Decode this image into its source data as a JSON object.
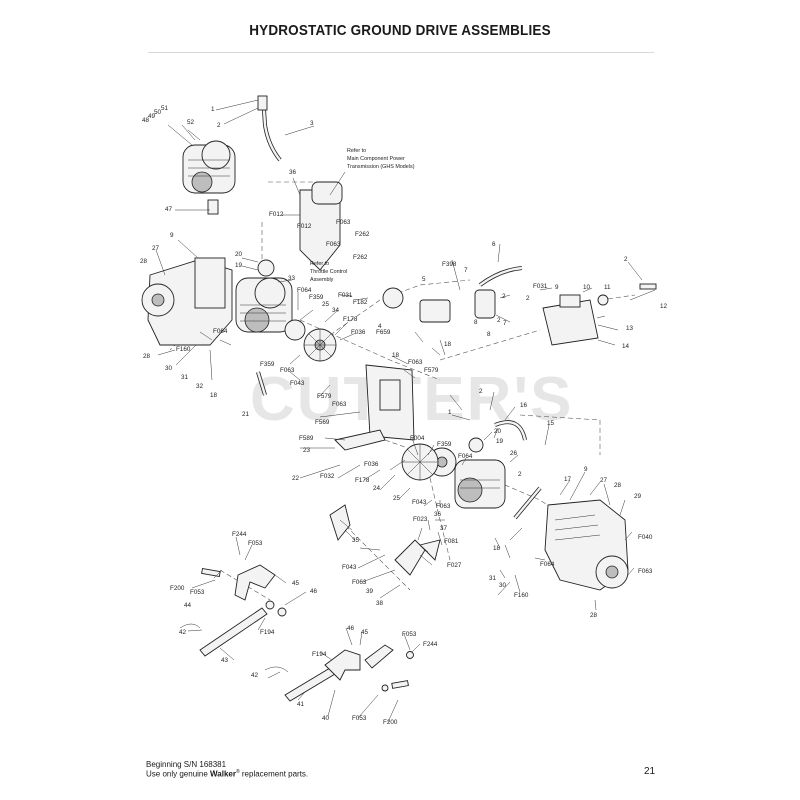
{
  "page": {
    "title": "HYDROSTATIC GROUND DRIVE ASSEMBLIES",
    "watermark": "CUTTER'S",
    "page_number": "21"
  },
  "notes": {
    "main_power_1": "Refer to",
    "main_power_2": "Main Component Power",
    "main_power_3": "Transmission (GHS Models)",
    "throttle_1": "Refer to",
    "throttle_2": "Throttle Control",
    "throttle_3": "Assembly"
  },
  "footer": {
    "serial_line": "Beginning S/N 168381",
    "parts_prefix": "Use only genuine ",
    "brand": "Walker",
    "trademark": "®",
    "parts_suffix": " replacement parts."
  },
  "callouts": {
    "c1": "1",
    "c2": "2",
    "c3": "3",
    "c4": "4",
    "c5": "5",
    "c6": "6",
    "c7": "7",
    "c8": "8",
    "c9": "9",
    "c10": "10",
    "c11": "11",
    "c12": "12",
    "c13": "13",
    "c14": "14",
    "c15": "15",
    "c16": "16",
    "c17": "17",
    "c18": "18",
    "c19": "19",
    "c20": "20",
    "c21": "21",
    "c22": "22",
    "c23": "23",
    "c24": "24",
    "c25": "25",
    "c26": "26",
    "c27": "27",
    "c28": "28",
    "c29": "29",
    "c30": "30",
    "c31": "31",
    "c32": "32",
    "c33": "33",
    "c34": "34",
    "c35": "35",
    "c36": "36",
    "c37": "37",
    "c38": "38",
    "c39": "39",
    "c40": "40",
    "c41": "41",
    "c42": "42",
    "c43": "43",
    "c44": "44",
    "c45": "45",
    "c46": "46",
    "c47": "47",
    "c48": "48",
    "c49": "49",
    "c50": "50",
    "c51": "51",
    "c52": "52",
    "F004": "F004",
    "F012": "F012",
    "F023": "F023",
    "F027": "F027",
    "F031": "F031",
    "F032": "F032",
    "F036": "F036",
    "F040": "F040",
    "F043": "F043",
    "F053": "F053",
    "F063": "F063",
    "F064": "F064",
    "F081": "F081",
    "F160": "F160",
    "F178": "F178",
    "F182": "F182",
    "F194": "F194",
    "F200": "F200",
    "F244": "F244",
    "F262": "F262",
    "F359": "F359",
    "F398": "F398",
    "F569": "F569",
    "F579": "F579",
    "F589": "F589",
    "F659": "F659"
  }
}
